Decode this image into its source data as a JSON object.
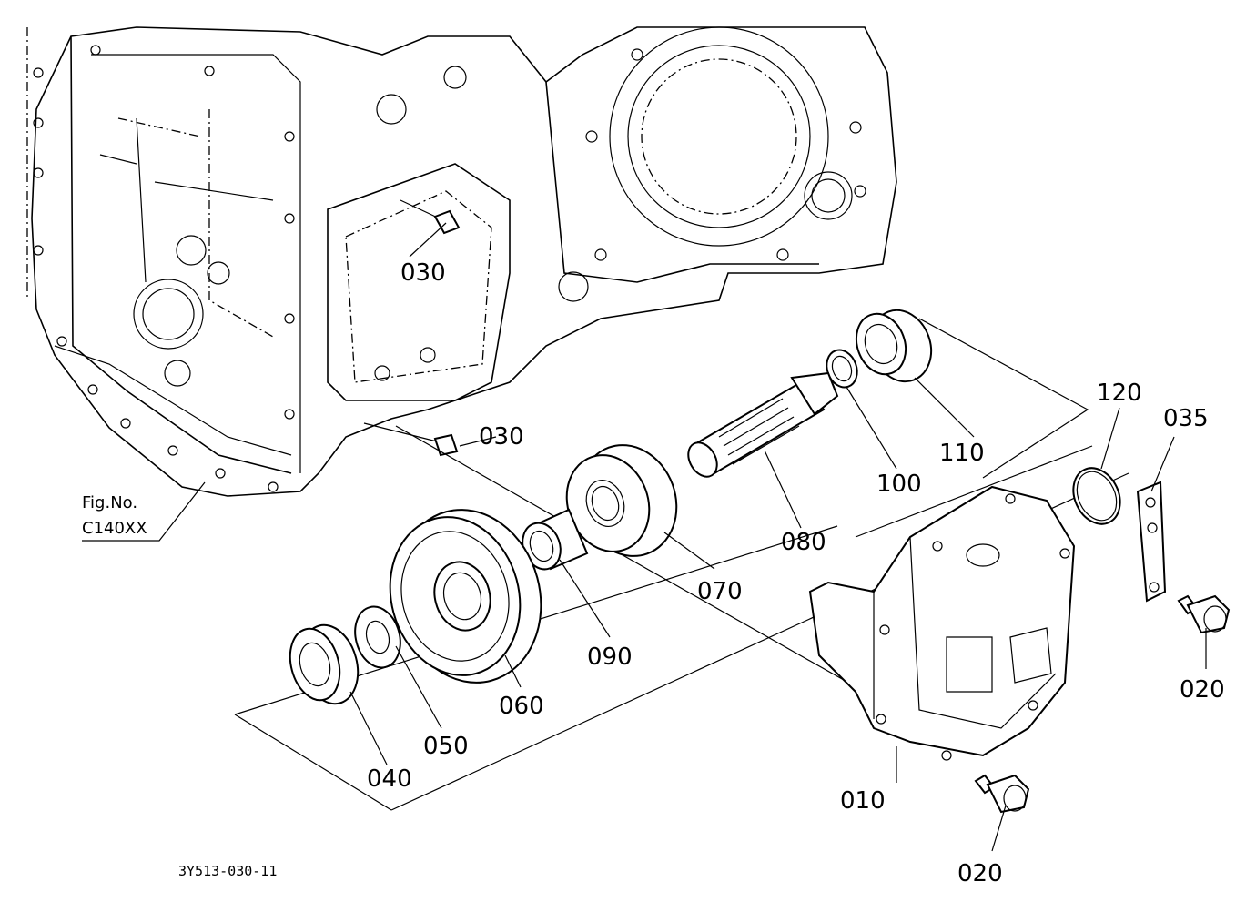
{
  "diagram": {
    "drawing_code": "3Y513-030-11",
    "figure_reference": {
      "line1": "Fig.No.",
      "line2": "C140XX"
    },
    "callouts": [
      {
        "id": "c-010",
        "label": "010"
      },
      {
        "id": "c-020a",
        "label": "020"
      },
      {
        "id": "c-020b",
        "label": "020"
      },
      {
        "id": "c-030a",
        "label": "030"
      },
      {
        "id": "c-030b",
        "label": "030"
      },
      {
        "id": "c-035",
        "label": "035"
      },
      {
        "id": "c-040",
        "label": "040"
      },
      {
        "id": "c-050",
        "label": "050"
      },
      {
        "id": "c-060",
        "label": "060"
      },
      {
        "id": "c-070",
        "label": "070"
      },
      {
        "id": "c-080",
        "label": "080"
      },
      {
        "id": "c-090",
        "label": "090"
      },
      {
        "id": "c-100",
        "label": "100"
      },
      {
        "id": "c-110",
        "label": "110"
      },
      {
        "id": "c-120",
        "label": "120"
      }
    ]
  }
}
